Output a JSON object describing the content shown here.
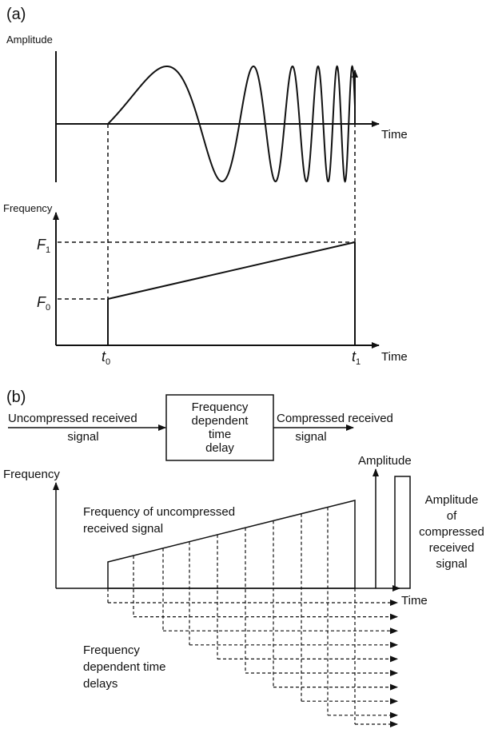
{
  "panel_a": {
    "label": "(a)",
    "top_y_axis": "Amplitude",
    "top_x_axis": "Time",
    "bottom_y_axis": "Frequency",
    "bottom_x_axis": "Time",
    "f1": "F",
    "f1_sub": "1",
    "f0": "F",
    "f0_sub": "0",
    "t0": "t",
    "t0_sub": "0",
    "t1": "t",
    "t1_sub": "1"
  },
  "panel_b": {
    "label": "(b)",
    "input_line1": "Uncompressed received",
    "input_line2": "signal",
    "box_line1": "Frequency",
    "box_line2": "dependent",
    "box_line3": "time",
    "box_line4": "delay",
    "output_line1": "Compressed received",
    "output_line2": "signal",
    "y_axis": "Frequency",
    "x_axis": "Time",
    "amp_axis": "Amplitude",
    "ramp_line1": "Frequency of uncompressed",
    "ramp_line2": "received signal",
    "pulse_line1": "Amplitude",
    "pulse_line2": "of",
    "pulse_line3": "compressed",
    "pulse_line4": "received",
    "pulse_line5": "signal",
    "delays_line1": "Frequency",
    "delays_line2": "dependent time",
    "delays_line3": "delays"
  }
}
